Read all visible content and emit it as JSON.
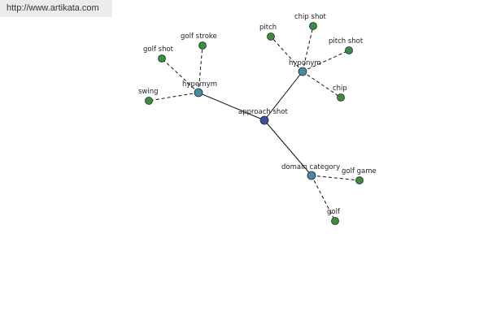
{
  "url": "http://www.artikata.com",
  "graph": {
    "center": "approach shot",
    "relations": [
      {
        "name": "hypernym",
        "words": [
          "golf shot",
          "golf stroke",
          "swing"
        ]
      },
      {
        "name": "hyponym",
        "words": [
          "pitch",
          "chip shot",
          "pitch shot",
          "chip"
        ]
      },
      {
        "name": "domain category",
        "words": [
          "golf game",
          "golf"
        ]
      }
    ]
  },
  "colors": {
    "center_node": "#3a4f9c",
    "relation_node": "#4a8aa0",
    "word_node": "#3f8a3f",
    "edge": "#111111"
  }
}
